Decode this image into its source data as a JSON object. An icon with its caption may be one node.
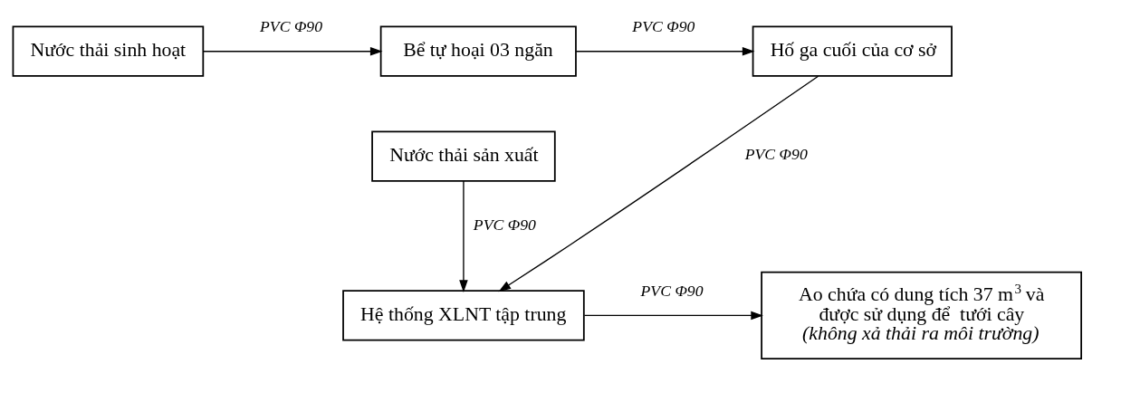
{
  "diagram": {
    "nodes": [
      {
        "text": [
          "Nước thải sinh hoạt"
        ]
      },
      {
        "text": [
          "Bể tự hoại 03 ngăn"
        ]
      },
      {
        "text": [
          "Hố ga cuối của cơ sở"
        ]
      },
      {
        "text": [
          "Nước thải sản xuất"
        ]
      },
      {
        "text": [
          "Hệ thống XLNT tập trung"
        ]
      },
      {
        "text": [
          "Ao chứa có dung tích 37 m$^{3}$ và được sử dụng để  tưới cây",
          "(không xả thải ra môi trường)"
        ]
      }
    ],
    "edges": [
      {
        "from": 0,
        "to": 1,
        "arrow": "to",
        "label": "PVC Φ90"
      },
      {
        "from": 1,
        "to": 2,
        "arrow": "to",
        "label": "PVC Φ90"
      },
      {
        "from": 3,
        "to": 4,
        "arrow": "to",
        "label": "PVC Φ90"
      },
      {
        "from": 2,
        "to": 4,
        "arrow": "to",
        "label": "PVC Φ90"
      },
      {
        "from": 4,
        "to": 5,
        "arrow": "to",
        "label": "PVC Φ90"
      }
    ]
  }
}
